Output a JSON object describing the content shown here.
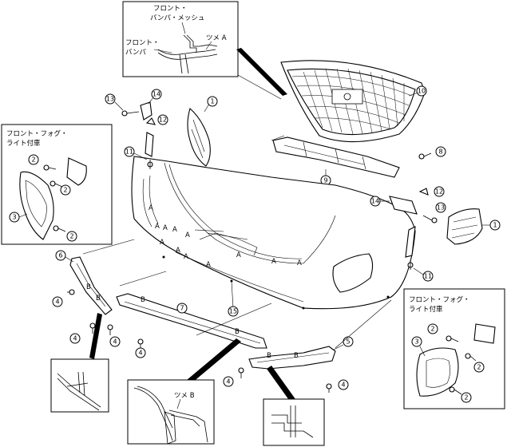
{
  "callouts": {
    "c1a": "1",
    "c1b": "1",
    "c2a": "2",
    "c2b": "2",
    "c2c": "2",
    "c2d": "2",
    "c2e": "2",
    "c2f": "2",
    "c3a": "3",
    "c3b": "3",
    "c4a": "4",
    "c4b": "4",
    "c4c": "4",
    "c4d": "4",
    "c4e": "4",
    "c4f": "4",
    "c5": "5",
    "c6": "6",
    "c7": "7",
    "c8": "8",
    "c9": "9",
    "c10": "10",
    "c11a": "11",
    "c11b": "11",
    "c12a": "12",
    "c12b": "12",
    "c13a": "13",
    "c13b": "13",
    "c14a": "14",
    "c14b": "14",
    "c15": "15"
  },
  "detail_top": {
    "mesh_label_1": "フロント・",
    "mesh_label_2": "バンパ・メッシュ",
    "bumper_label_1": "フロント・",
    "bumper_label_2": "バンパ",
    "claw_label": "ツメ A"
  },
  "fog_box_left": {
    "title_1": "フロント・フォグ・",
    "title_2": "ライト付車"
  },
  "fog_box_right": {
    "title_1": "フロント・フォグ・",
    "title_2": "ライト付車"
  },
  "detail_bottom": {
    "claw_label": "ツメ B"
  },
  "clip_letters": {
    "a": "A",
    "b": "B"
  }
}
